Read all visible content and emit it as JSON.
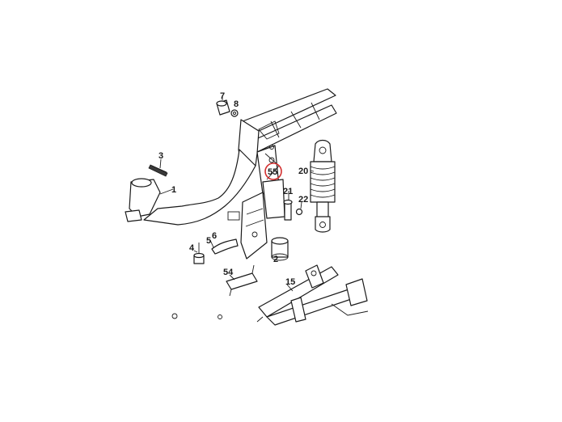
{
  "callouts": {
    "c1": "1",
    "c2": "2",
    "c3": "3",
    "c4": "4",
    "c5": "5",
    "c6": "6",
    "c7": "7",
    "c8": "8",
    "c15": "15",
    "c20": "20",
    "c21": "21",
    "c22": "22",
    "c54": "54",
    "c55": "55"
  },
  "highlight_color": "#d32f2f"
}
